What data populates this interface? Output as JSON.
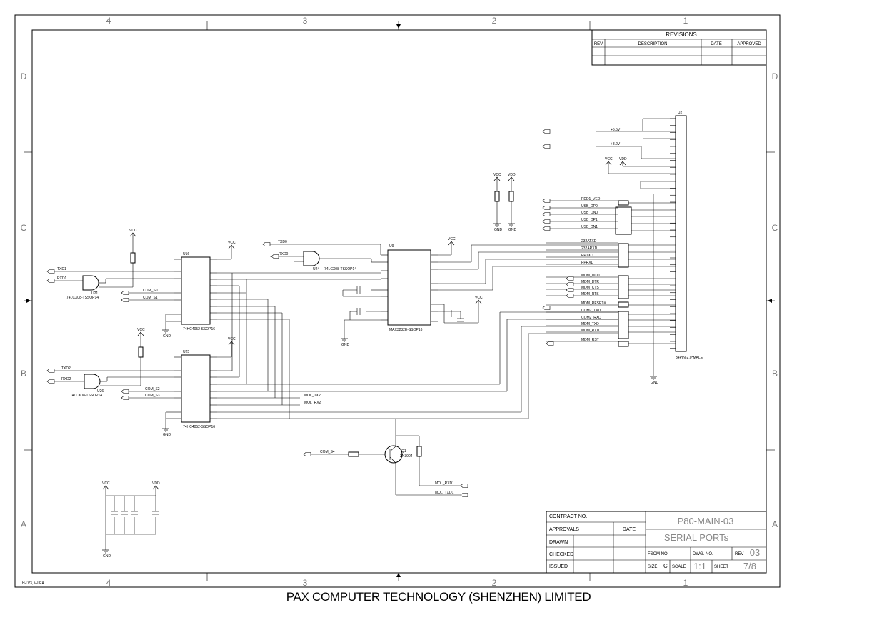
{
  "zones": {
    "top": [
      "4",
      "3",
      "2",
      "1"
    ],
    "bottom": [
      "4",
      "3",
      "2",
      "1"
    ],
    "left": [
      "D",
      "C",
      "B",
      "A"
    ],
    "right": [
      "D",
      "C",
      "B",
      "A"
    ]
  },
  "revisions": {
    "title": "REVISIONS",
    "headers": [
      "REV",
      "DESCRIPTION",
      "DATE",
      "APPROVED"
    ]
  },
  "title_block": {
    "contract_no": "CONTRACT NO.",
    "approvals": "APPROVALS",
    "date": "DATE",
    "drawn": "DRAWN",
    "checked": "CHECKED",
    "issued": "ISSUED",
    "project": "P80-MAIN-03",
    "sheet_title": "SERIAL PORTs",
    "fscm_no": "FSCM NO.",
    "dwg_no": "DWG. NO.",
    "rev_label": "REV",
    "rev_value": "03",
    "size_label": "SIZE",
    "size_value": "C",
    "scale_label": "SCALE",
    "scale_value": "1:1",
    "sheet_label": "SHEET",
    "sheet_value": "7/8"
  },
  "footer": "PAX COMPUTER TECHNOLOGY (SHENZHEN)  LIMITED",
  "corner_note": "H-LV3, V-LEA",
  "parts": {
    "u16": "U16",
    "u16_part": "74HC4052-SSOP16",
    "u25": "U25",
    "u25_part": "74HC4052-SSOP16",
    "u21": "U21",
    "u21_part": "74LCX08-TSSOP14",
    "u26": "U26",
    "u26_part": "74LCX08-TSSOP14",
    "u24": "U24",
    "u24_part": "74LCX08-TSSOP14",
    "u9": "U9",
    "u9_part": "MAX3232E-SSOP16",
    "j2": "J2",
    "j2_part": "34PIN-2.0*MALE",
    "q1": "Q1",
    "q1_part": "2N3904"
  },
  "nets": {
    "txd1": "TXD1",
    "rxd1": "RXD1",
    "txd2": "TXD2",
    "rxd2": "RXD2",
    "txd0": "TXD0",
    "rxd0": "RXD0",
    "com_s0": "COM_S0",
    "com_s1": "COM_S1",
    "com_s2": "COM_S2",
    "com_s3": "COM_S3",
    "com_s4": "COM_S4",
    "mol_tx2": "MOL_TX2",
    "mol_rx2": "MOL_RX2",
    "mol_rxd1": "MOL_RXD1",
    "mol_txd1": "MOL_TXD1",
    "p5v": "+5.5V",
    "p8v": "+8.2V",
    "vcc": "VCC",
    "vdd": "VDD",
    "gnd": "GND",
    "j2_nets": [
      "PDD1_VED",
      "USB_DP0",
      "USB_DN0",
      "USB_DP1",
      "USB_DN1",
      "232ATXD",
      "232ARXD",
      "PPTXD",
      "PPRXD",
      "MDM_DCD",
      "MDM_DTR",
      "MDM_CTS",
      "MDM_RTS",
      "MDM_RESET#",
      "COM2_TXD",
      "COM2_RXD",
      "MDM_TXD",
      "MDM_RXD",
      "MDM_RST"
    ]
  }
}
